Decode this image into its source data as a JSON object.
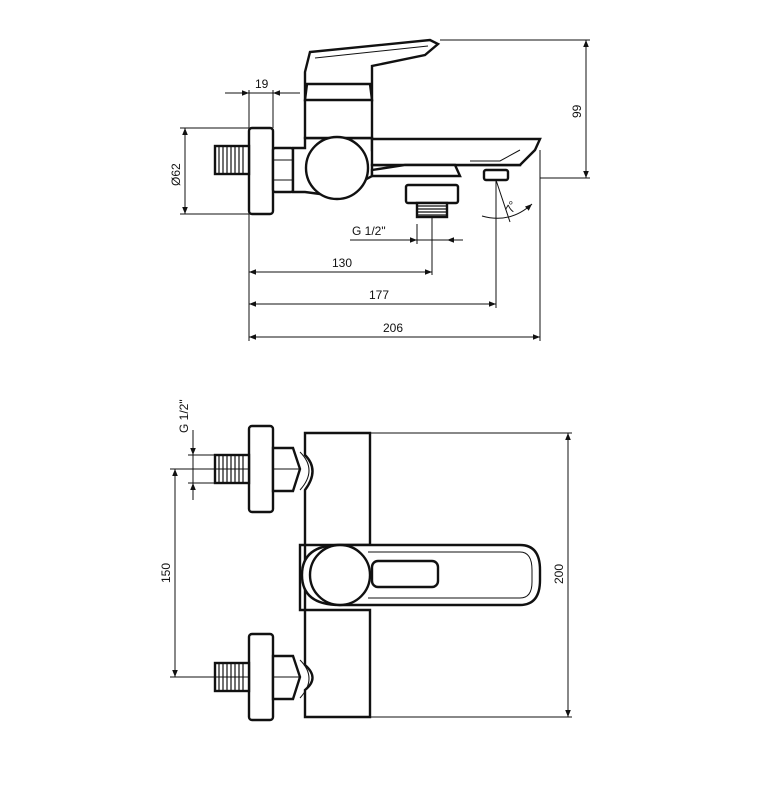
{
  "side_view": {
    "dim_depth": "19",
    "dim_diameter": "Ø62",
    "dim_height": "99",
    "dim_thread": "G 1/2\"",
    "dim_outlet": "130",
    "dim_spout_tip": "177",
    "dim_total": "206",
    "dim_angle": "7°"
  },
  "front_view": {
    "dim_thread": "G 1/2\"",
    "dim_spacing": "150",
    "dim_height": "200"
  }
}
